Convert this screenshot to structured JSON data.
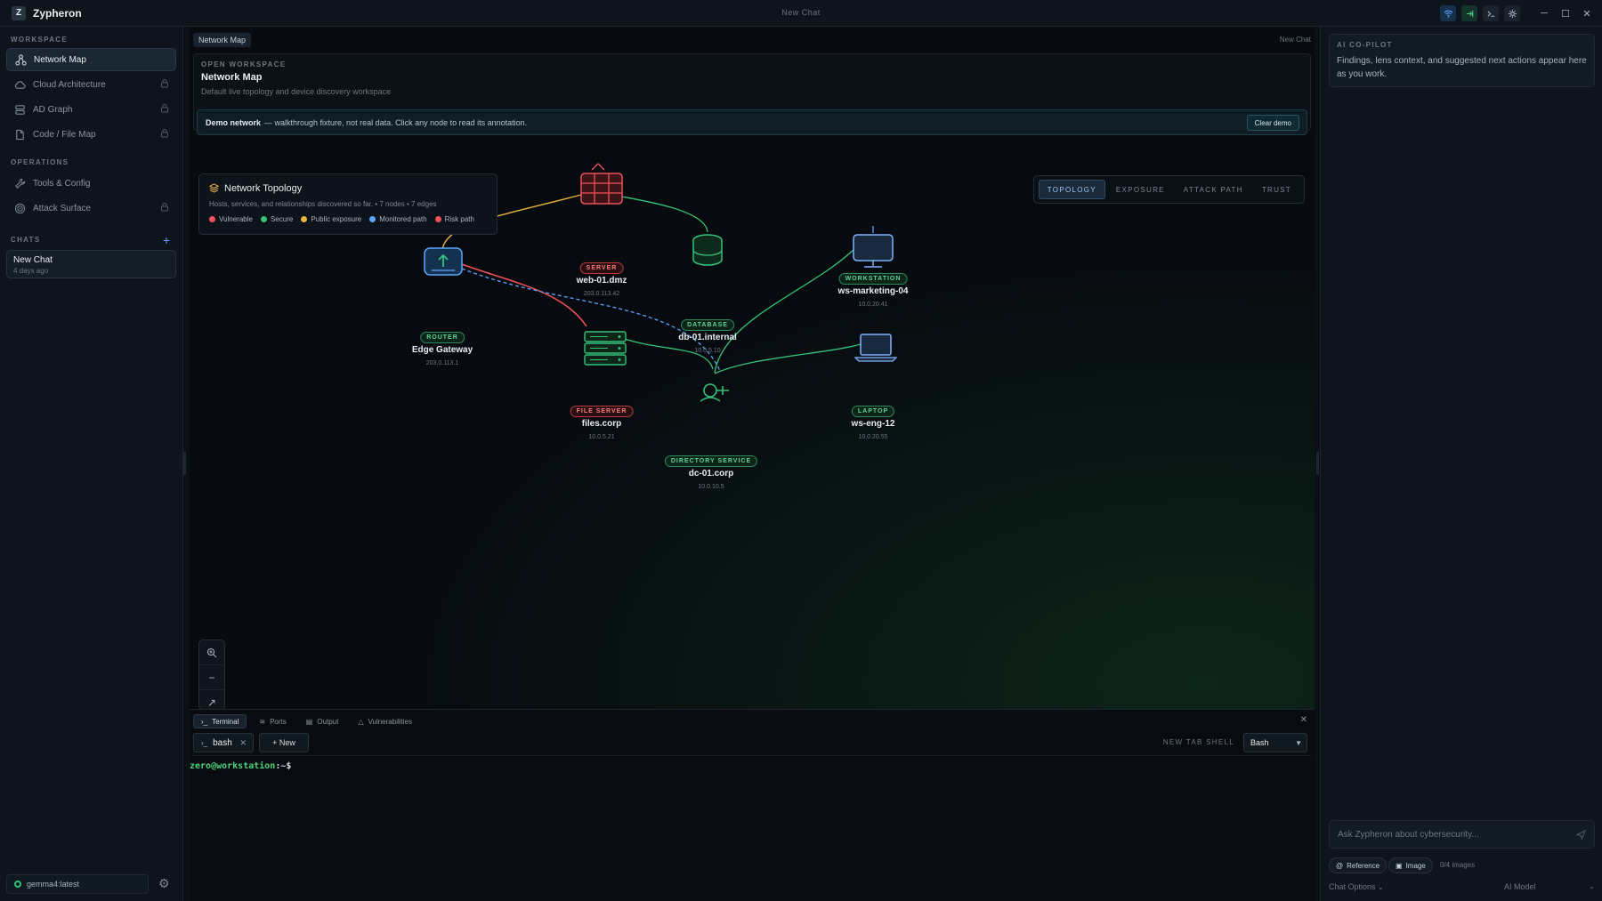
{
  "window": {
    "app_name": "Zypheron",
    "logo_letter": "Z",
    "title": "New Chat"
  },
  "sidebar": {
    "workspace_label": "WORKSPACE",
    "workspace_items": [
      {
        "label": "Network Map",
        "icon": "network-icon",
        "active": true,
        "locked": false
      },
      {
        "label": "Cloud Architecture",
        "icon": "cloud-icon",
        "locked": true
      },
      {
        "label": "AD Graph",
        "icon": "database-icon",
        "locked": true
      },
      {
        "label": "Code / File Map",
        "icon": "file-icon",
        "locked": true
      }
    ],
    "operations_label": "OPERATIONS",
    "operations_items": [
      {
        "label": "Tools & Config",
        "icon": "wrench-icon",
        "locked": false
      },
      {
        "label": "Attack Surface",
        "icon": "target-icon",
        "locked": true
      }
    ],
    "chats_label": "CHATS",
    "chats": [
      {
        "title": "New Chat",
        "subtitle": "4 days ago"
      }
    ],
    "model": "gemma4:latest"
  },
  "main": {
    "tab": "Network Map",
    "right_label": "New Chat",
    "header": {
      "kicker": "OPEN WORKSPACE",
      "title": "Network Map",
      "subtitle": "Default live topology and device discovery workspace"
    },
    "demo": {
      "bold": "Demo network",
      "text": "— walkthrough fixture, not real data. Click any node to read its annotation.",
      "button": "Clear demo"
    },
    "topology": {
      "title": "Network Topology",
      "subtitle": "Hosts, services, and relationships discovered so far. • 7 nodes • 7 edges",
      "legend": [
        {
          "label": "Vulnerable",
          "color": "#f0525a"
        },
        {
          "label": "Secure",
          "color": "#35c27a"
        },
        {
          "label": "Public exposure",
          "color": "#e8b43c"
        },
        {
          "label": "Monitored path",
          "color": "#5aa6ff"
        },
        {
          "label": "Risk path",
          "color": "#f0525a"
        }
      ]
    },
    "lens_tabs": [
      "TOPOLOGY",
      "EXPOSURE",
      "ATTACK PATH",
      "TRUST"
    ],
    "nodes": [
      {
        "id": "router",
        "type": "ROUTER",
        "name": "Edge Gateway",
        "ip": "203.0.113.1",
        "status": "secure"
      },
      {
        "id": "server",
        "type": "SERVER",
        "name": "web-01.dmz",
        "ip": "203.0.113.42",
        "status": "vulnerable"
      },
      {
        "id": "db",
        "type": "DATABASE",
        "name": "db-01.internal",
        "ip": "10.0.5.10",
        "status": "secure"
      },
      {
        "id": "ws",
        "type": "WORKSTATION",
        "name": "ws-marketing-04",
        "ip": "10.0.20.41",
        "status": "secure"
      },
      {
        "id": "fs",
        "type": "FILE SERVER",
        "name": "files.corp",
        "ip": "10.0.5.21",
        "status": "vulnerable"
      },
      {
        "id": "dc",
        "type": "DIRECTORY SERVICE",
        "name": "dc-01.corp",
        "ip": "10.0.10.5",
        "status": "secure"
      },
      {
        "id": "laptop",
        "type": "LAPTOP",
        "name": "ws-eng-12",
        "ip": "10.0.20.55",
        "status": "secure"
      }
    ],
    "colors": {
      "vulnerable": "#f0525a",
      "secure": "#35c27a",
      "exposure": "#e8b43c",
      "monitored": "#5aa6ff"
    }
  },
  "terminal": {
    "tabs": [
      {
        "label": "Terminal",
        "icon": "terminal-icon",
        "active": true
      },
      {
        "label": "Ports",
        "icon": "wifi-icon"
      },
      {
        "label": "Output",
        "icon": "file-icon"
      },
      {
        "label": "Vulnerabilities",
        "icon": "warning-icon"
      }
    ],
    "shell_tab": "bash",
    "new_button": "+ New",
    "shell_label": "NEW TAB SHELL",
    "shell_value": "Bash",
    "prompt_user": "zero@workstation",
    "prompt_path": ":~$"
  },
  "copilot": {
    "kicker": "AI CO-PILOT",
    "text": "Findings, lens context, and suggested next actions appear here as you work.",
    "ask_placeholder": "Ask Zypheron about cybersecurity...",
    "reference": "Reference",
    "image": "Image",
    "image_count": "0/4 images",
    "chat_options": "Chat Options",
    "ai_model": "AI Model"
  }
}
